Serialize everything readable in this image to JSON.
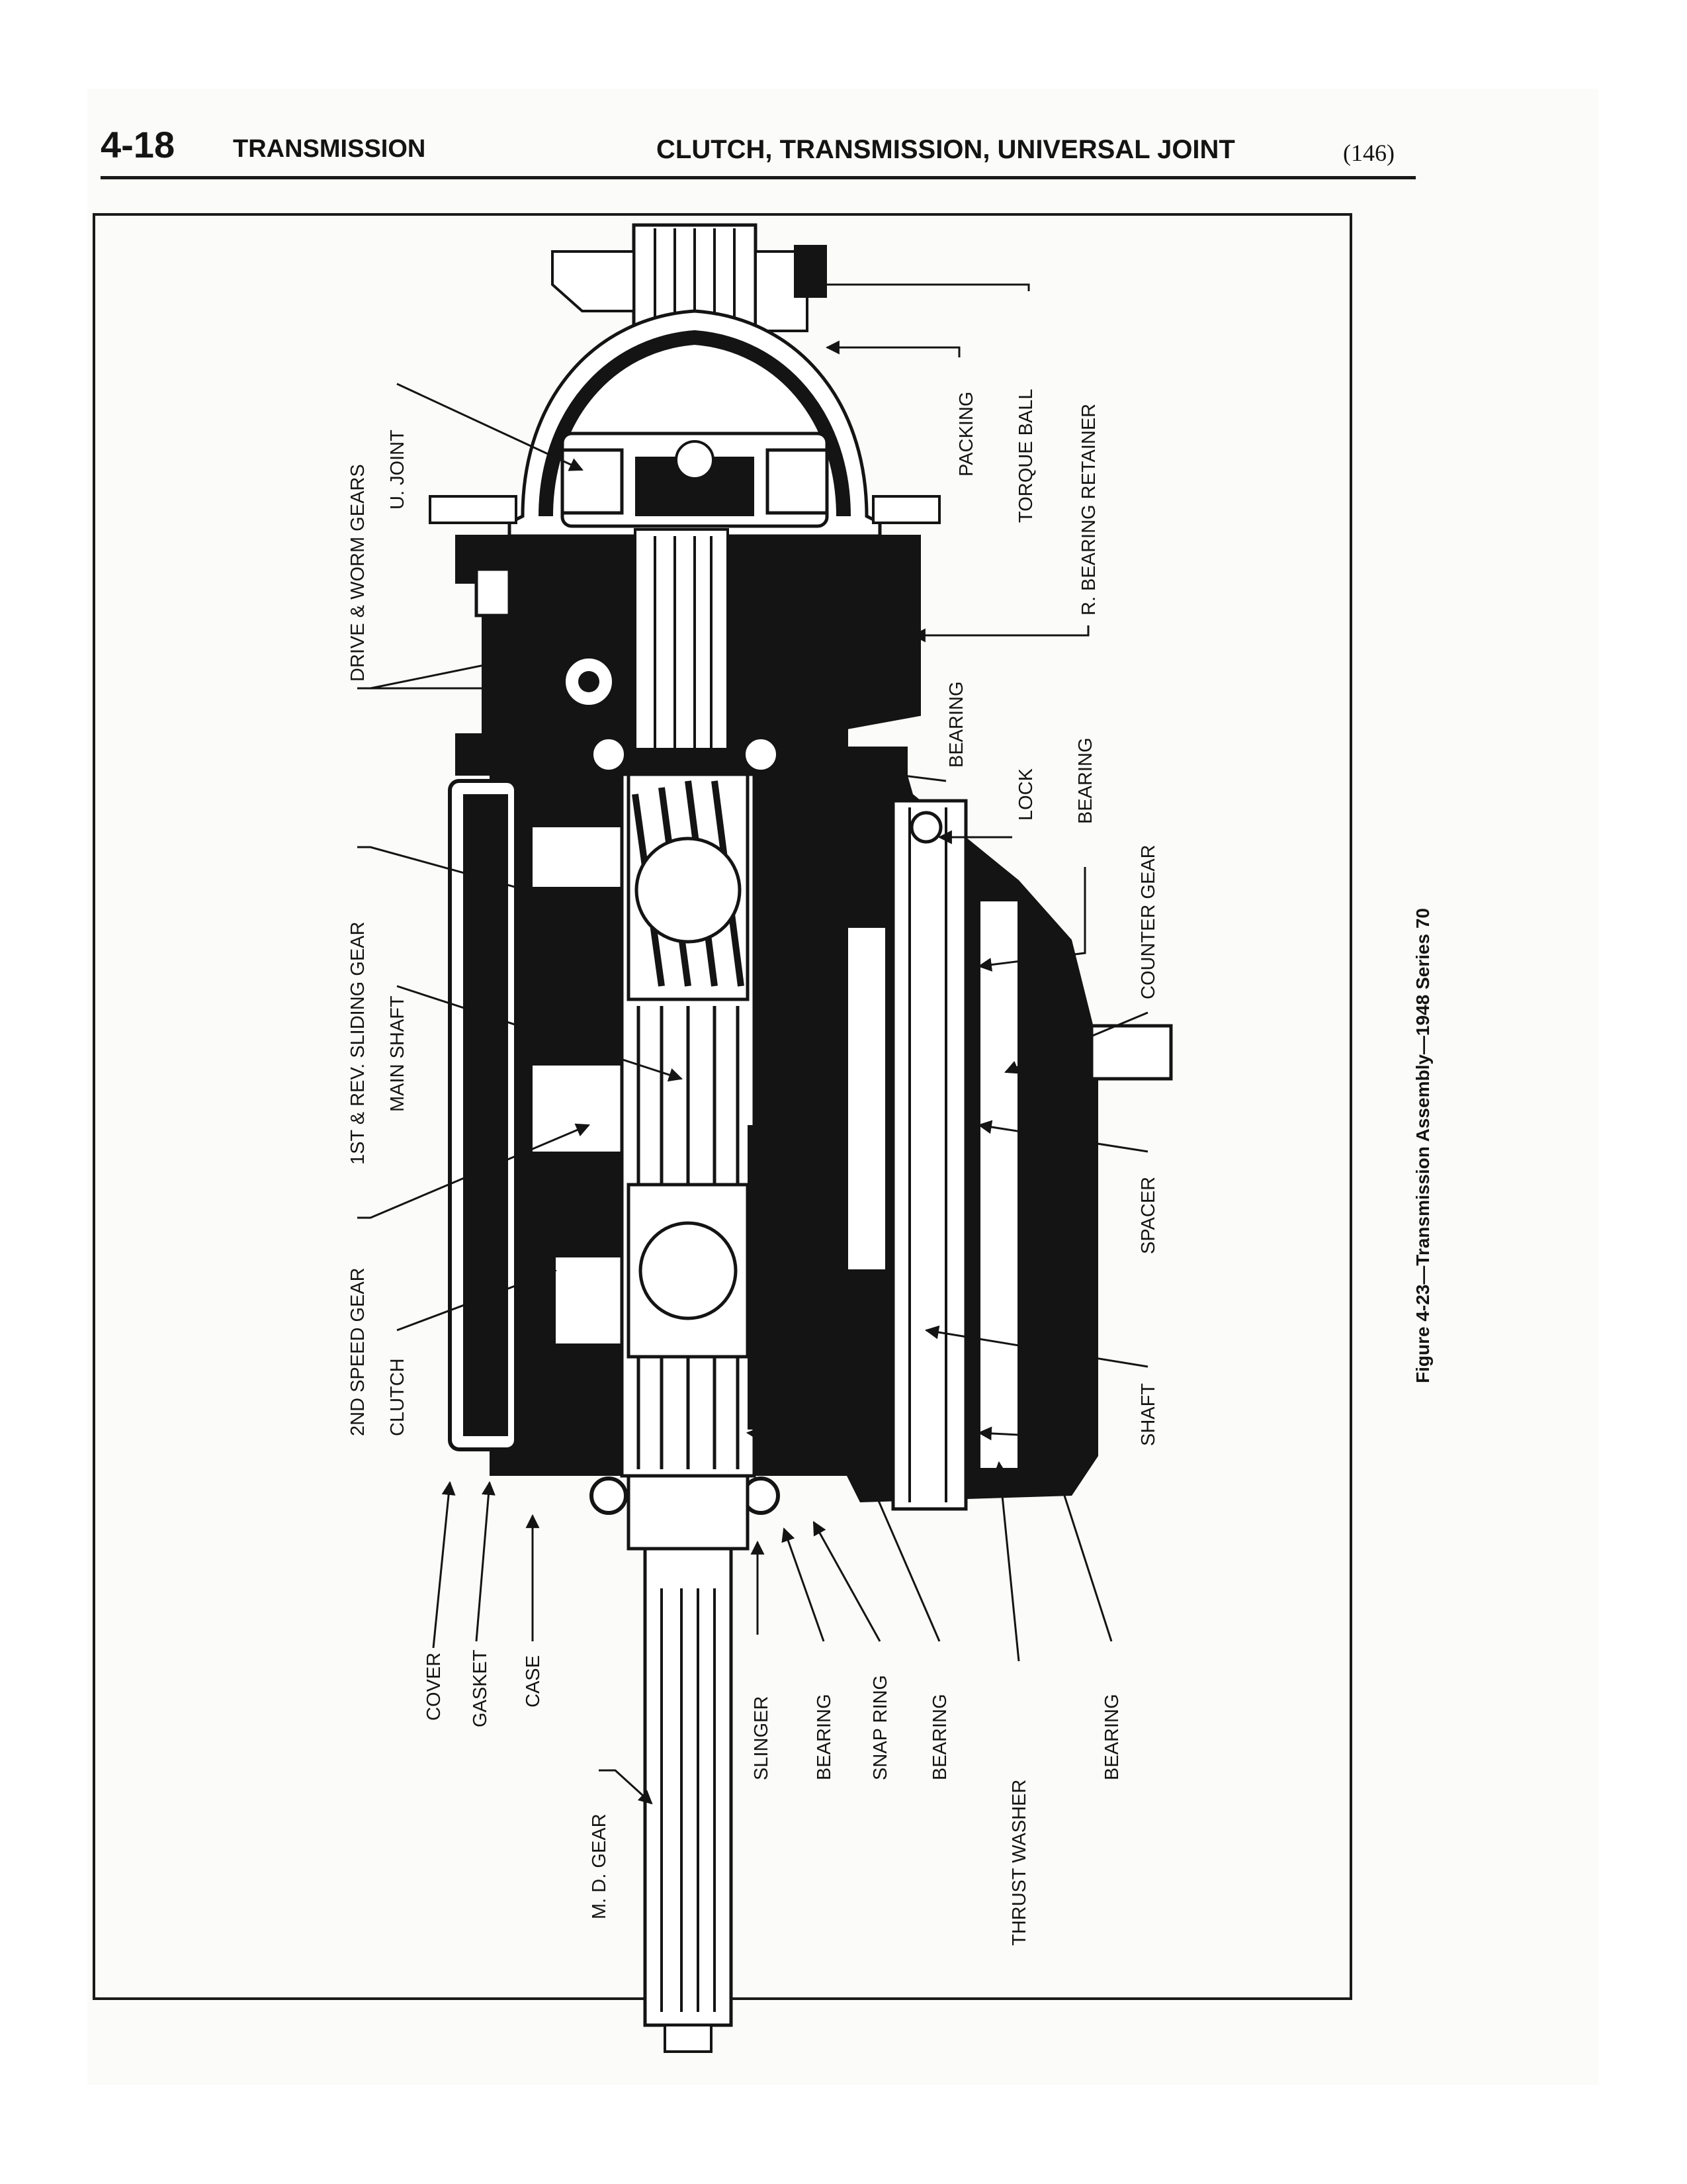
{
  "header": {
    "page_number": "4-18",
    "section": "TRANSMISSION",
    "chapter": "CLUTCH, TRANSMISSION, UNIVERSAL JOINT",
    "page_ref": "(146)"
  },
  "labels": {
    "packing": "PACKING",
    "torque_ball": "TORQUE BALL",
    "r_bearing_retainer": "R. BEARING RETAINER",
    "drive_worm_gears": "DRIVE & WORM GEARS",
    "u_joint": "U. JOINT",
    "bearing_top": "BEARING",
    "lock": "LOCK",
    "bearing_counter": "BEARING",
    "counter_gear": "COUNTER GEAR",
    "sliding_gear": "1ST & REV. SLIDING GEAR",
    "main_shaft": "MAIN SHAFT",
    "spacer": "SPACER",
    "second_speed_gear": "2ND SPEED GEAR",
    "clutch": "CLUTCH",
    "shaft": "SHAFT",
    "cover": "COVER",
    "gasket": "GASKET",
    "case": "CASE",
    "slinger": "SLINGER",
    "bearing_1": "BEARING",
    "snap_ring": "SNAP RING",
    "bearing_2": "BEARING",
    "thrust_washer": "THRUST WASHER",
    "bearing_3": "BEARING",
    "md_gear": "M. D. GEAR"
  },
  "caption": "Figure 4-23—Transmission Assembly—1948 Series 70"
}
